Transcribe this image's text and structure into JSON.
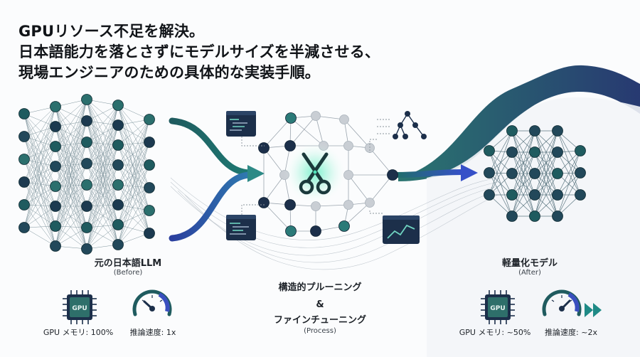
{
  "headline": {
    "line1": "GPUリソース不足を解決。",
    "line2": "日本語能力を落とさずにモデルサイズを半減させる、",
    "line3": "現場エンジニアのための具体的な実装手順。"
  },
  "before": {
    "title": "元の日本語LLM",
    "subtitle": "(Before)",
    "chip_label": "GPU",
    "memory_stat": "GPU メモリ: 100%",
    "speed_stat": "推論速度: 1x"
  },
  "process": {
    "line1": "構造的プルーニング",
    "line2": "&",
    "line3": "ファインチューニング",
    "subtitle": "(Process)"
  },
  "after": {
    "title": "軽量化モデル",
    "subtitle": "(After)",
    "chip_label": "GPU",
    "memory_stat": "GPU メモリ: ~50%",
    "speed_stat": "推論速度: ~2x"
  },
  "colors": {
    "teal_dark": "#1f5b5f",
    "teal": "#2b7a78",
    "navy": "#1c2f4a",
    "blue": "#3a4fbf",
    "glow": "#4fe0b8",
    "gray_node": "#c9ced4"
  },
  "icons": {
    "scissors": "scissors-icon",
    "chip": "gpu-chip-icon",
    "gauge": "speedometer-icon",
    "forward": "fast-forward-icon",
    "code": "code-window-icon",
    "chart": "line-chart-icon",
    "tree": "tree-structure-icon"
  }
}
